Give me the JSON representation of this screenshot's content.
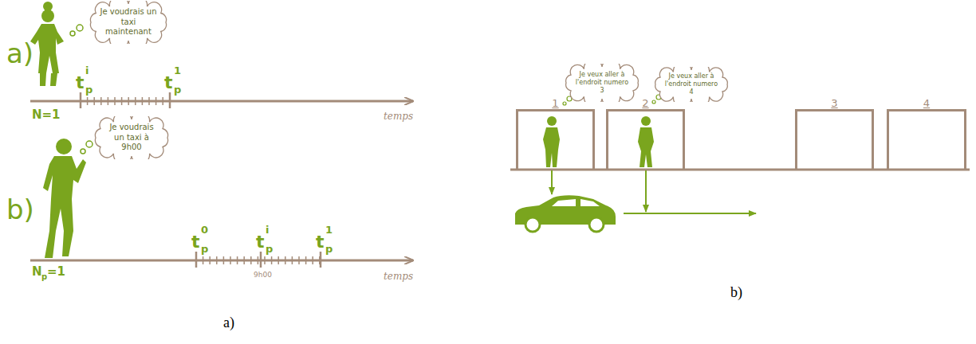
{
  "diagram": {
    "nodes": [
      {
        "text": [
          "Je voudrais un taxi maintenant"
        ]
      },
      {
        "text": [
          "Je voudrais un taxi à 9h00"
        ]
      },
      {
        "text": [
          "1"
        ]
      },
      {
        "text": [
          "Je veux aller à l'endroit numero 3"
        ]
      },
      {
        "text": [
          "2"
        ]
      },
      {
        "text": [
          "Je veux aller à l'endroit numero 4"
        ]
      },
      {
        "text": [
          "3"
        ]
      },
      {
        "text": [
          "4"
        ]
      }
    ],
    "labels": [
      "a)",
      "t",
      "p",
      "i",
      "t",
      "p",
      "1",
      "N=1",
      "temps",
      "b)",
      "t",
      "p",
      "0",
      "t",
      "p",
      "i",
      "t",
      "p",
      "1",
      "9h00",
      "N",
      "p",
      "=1",
      "temps",
      "a)",
      "b)"
    ]
  }
}
